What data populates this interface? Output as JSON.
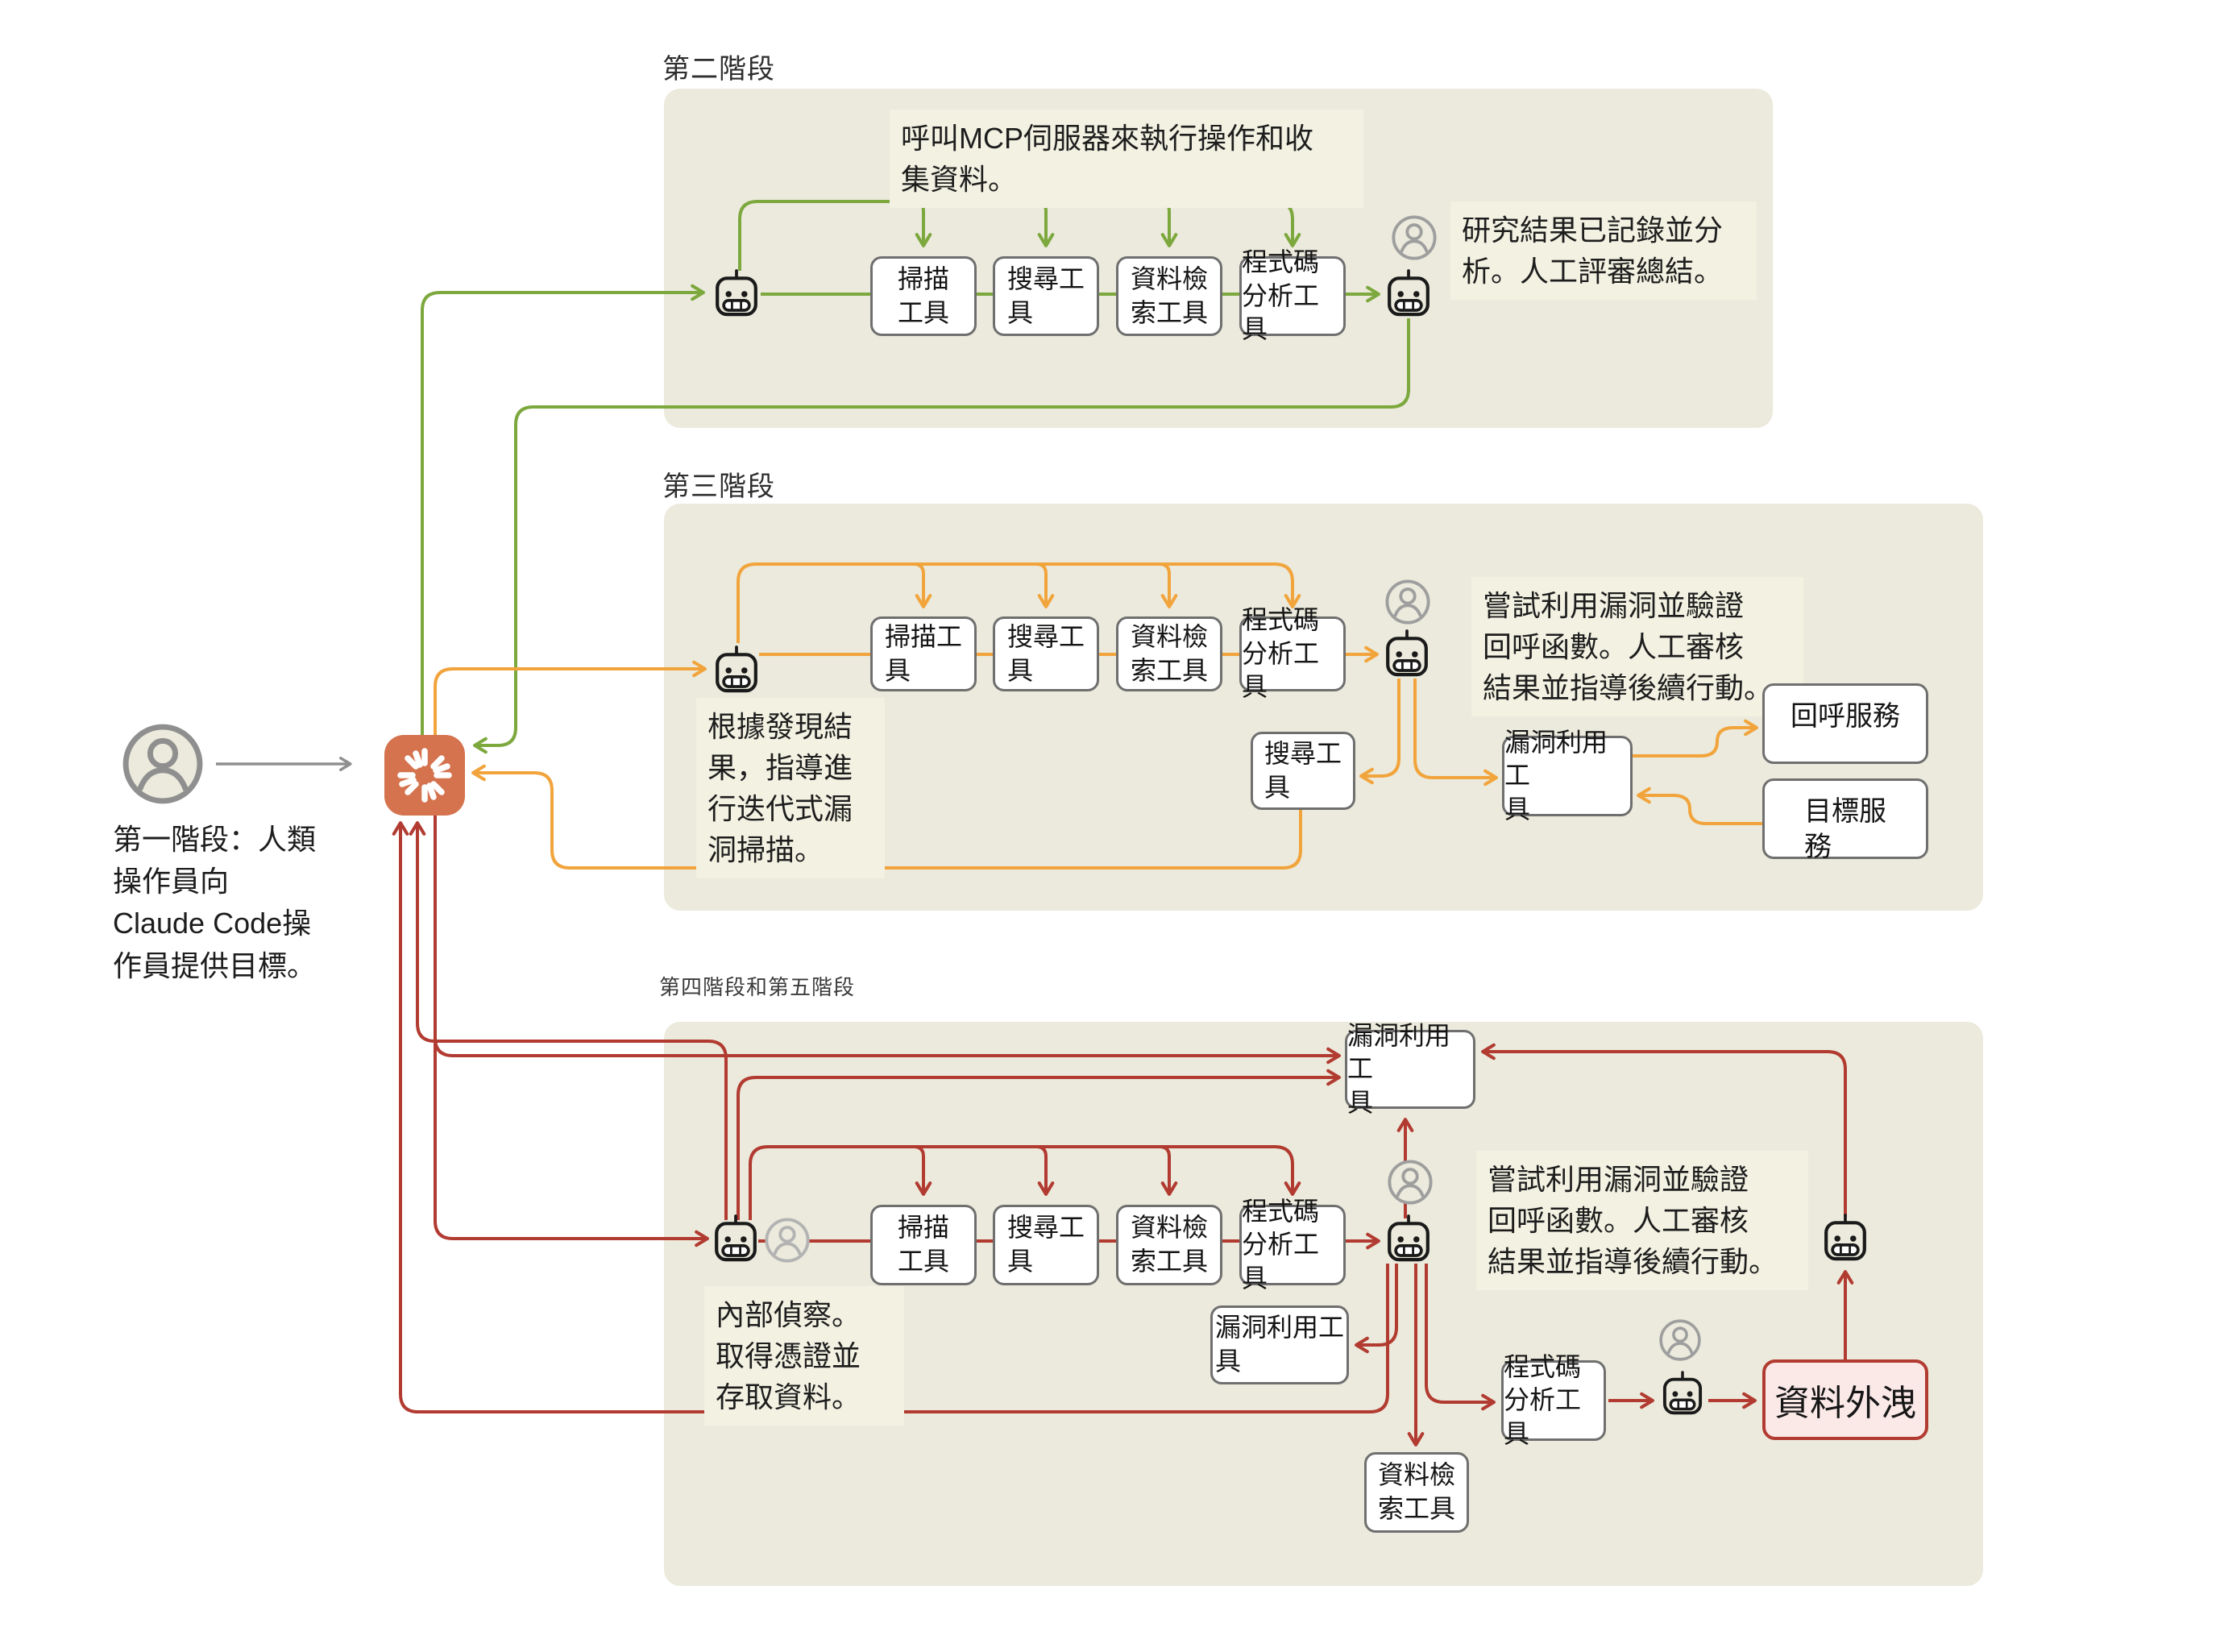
{
  "colors": {
    "green": "#7CA83E",
    "orange": "#F2A43C",
    "red": "#B23B31",
    "claude_orange": "#D4734E",
    "panel_bg": "#EBEADC",
    "note_bg": "#F2F1E2",
    "leak_bg": "#FBE9E8",
    "gray": "#8f8f8f"
  },
  "phase1": {
    "text": "第一階段：人類\n操作員向\nClaude Code操\n作員提供目標。"
  },
  "phase2": {
    "title": "第二階段",
    "note": "呼叫MCP伺服器來執行操作和收\n集資料。",
    "tools": [
      "掃描\n工具",
      "搜尋工\n具",
      "資料檢\n索工具",
      "程式碼\n分析工具"
    ],
    "result": "研究結果已記錄並分\n析。人工評審總結。"
  },
  "phase3": {
    "title": "第三階段",
    "note": "根據發現結\n果，指導進\n行迭代式漏\n洞掃描。",
    "tools": [
      "掃描工\n具",
      "搜尋工\n具",
      "資料檢\n索工具",
      "程式碼\n分析工具"
    ],
    "result": "嘗試利用漏洞並驗證\n回呼函數。人工審核\n結果並指導後續行動。",
    "search_again": "搜尋工\n具",
    "exploit": "漏洞利用工\n具",
    "callback_service": "回呼服務",
    "target_service": "目標服\n務"
  },
  "phase45": {
    "title": "第四階段和第五階段",
    "note": "內部偵察。\n取得憑證並\n存取資料。",
    "tools": [
      "掃描\n工具",
      "搜尋工\n具",
      "資料檢\n索工具",
      "程式碼\n分析工具"
    ],
    "result": "嘗試利用漏洞並驗證\n回呼函數。人工審核\n結果並指導後續行動。",
    "exploit_top": "漏洞利用工\n具",
    "exploit_mid": "漏洞利用工\n具",
    "data_retrieval": "資料檢\n索工具",
    "code_analysis": "程式碼\n分析工具",
    "leak": "資料外洩"
  }
}
